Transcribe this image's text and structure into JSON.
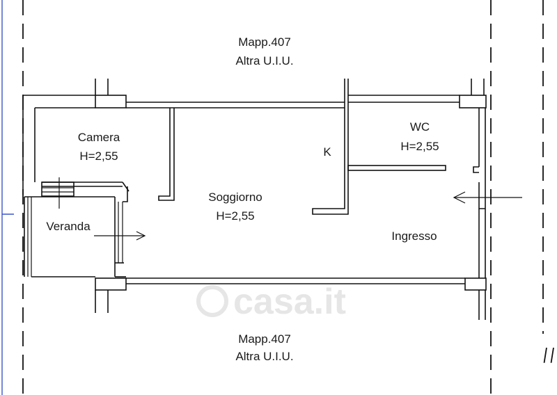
{
  "labels": {
    "top_parcel_ref": "Mapp.407",
    "top_parcel_note": "Altra U.I.U.",
    "bottom_parcel_ref": "Mapp.407",
    "bottom_parcel_note": "Altra U.I.U.",
    "camera_name": "Camera",
    "camera_height": "H=2,55",
    "soggiorno_name": "Soggiorno",
    "soggiorno_height": "H=2,55",
    "wc_name": "WC",
    "wc_height": "H=2,55",
    "kitchen_mark": "K",
    "veranda_name": "Veranda",
    "ingresso_name": "Ingresso",
    "watermark": "casa.it"
  },
  "colors": {
    "line": "#111111",
    "page_edge": "#3a55c8",
    "watermark": "#e6e6e6"
  }
}
